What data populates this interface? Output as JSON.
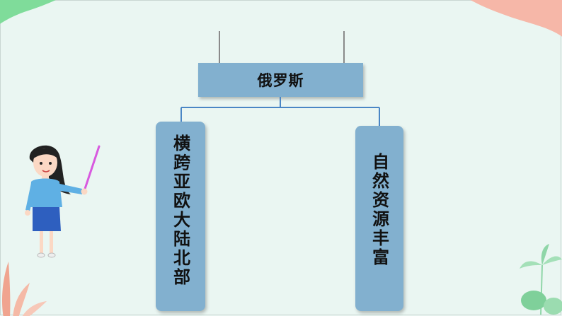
{
  "diagram": {
    "title": "俄罗斯",
    "left_branch": "横跨亚欧大陆北部",
    "right_branch": "自然资源丰富"
  },
  "colors": {
    "box": "#82b0cf",
    "line": "#4a86c5",
    "background": "#eaf6f2",
    "corner_green": "#7fdc9a",
    "corner_pink": "#f6b7a8"
  },
  "icons": [
    "teacher-illustration",
    "leaf-plant-icon",
    "palm-plant-icon"
  ]
}
